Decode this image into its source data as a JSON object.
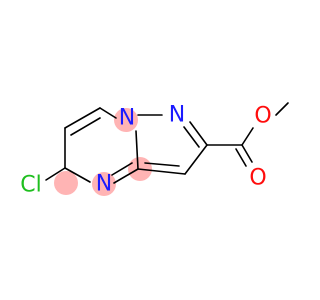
{
  "colors": {
    "background": "#ffffff",
    "bond": "#000000",
    "nitrogen": "#1b1bff",
    "oxygen": "#ff0d0d",
    "chlorine": "#1fbf1f",
    "highlight": "#ffb4b4"
  },
  "atoms": {
    "cl": "Cl",
    "n_pyrimidine": "N",
    "n_bridge": "N",
    "n_pyrazole": "N",
    "o_carbonyl": "O",
    "o_ester": "O"
  }
}
